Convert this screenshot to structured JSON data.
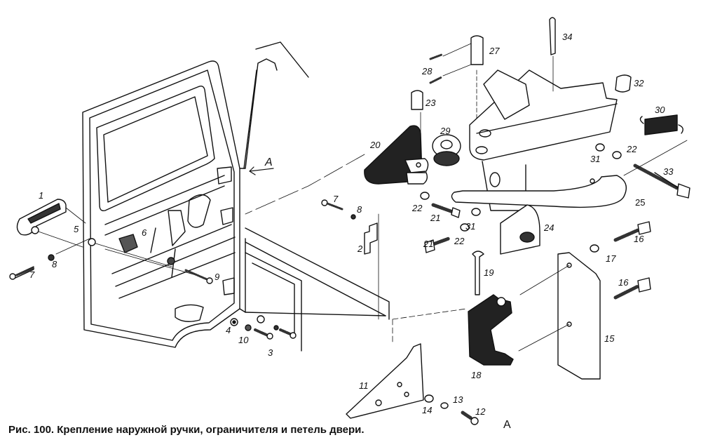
{
  "caption": "Рис. 100. Крепление наружной ручки, ограничителя и петель двери.",
  "view_marker": "А",
  "parts": [
    {
      "id": "1"
    },
    {
      "id": "2"
    },
    {
      "id": "3"
    },
    {
      "id": "4"
    },
    {
      "id": "5"
    },
    {
      "id": "6"
    },
    {
      "id": "7"
    },
    {
      "id": "8"
    },
    {
      "id": "9"
    },
    {
      "id": "10"
    },
    {
      "id": "11"
    },
    {
      "id": "12"
    },
    {
      "id": "13"
    },
    {
      "id": "14"
    },
    {
      "id": "15"
    },
    {
      "id": "16"
    },
    {
      "id": "17"
    },
    {
      "id": "18"
    },
    {
      "id": "19"
    },
    {
      "id": "20"
    },
    {
      "id": "21"
    },
    {
      "id": "22"
    },
    {
      "id": "23"
    },
    {
      "id": "24"
    },
    {
      "id": "25"
    },
    {
      "id": "27"
    },
    {
      "id": "28"
    },
    {
      "id": "29"
    },
    {
      "id": "30"
    },
    {
      "id": "31"
    },
    {
      "id": "32"
    },
    {
      "id": "33"
    },
    {
      "id": "34"
    }
  ],
  "labels": {
    "l1": "1",
    "l2": "2",
    "l3": "3",
    "l4": "4",
    "l5": "5",
    "l6": "6",
    "l7a": "7",
    "l7b": "7",
    "l8a": "8",
    "l8b": "8",
    "l9": "9",
    "l10": "10",
    "l11": "11",
    "l12": "12",
    "l13": "13",
    "l14": "14",
    "l15": "15",
    "l16a": "16",
    "l16b": "16",
    "l17": "17",
    "l18": "18",
    "l19": "19",
    "l20": "20",
    "l21a": "21",
    "l21b": "21",
    "l22a": "22",
    "l22b": "22",
    "l22c": "22",
    "l23": "23",
    "l24": "24",
    "l25": "25",
    "l27": "27",
    "l28": "28",
    "l29": "29",
    "l30": "30",
    "l31a": "31",
    "l31b": "31",
    "l32": "32",
    "l33": "33",
    "l34": "34",
    "lA1": "А",
    "lA2": "А"
  }
}
